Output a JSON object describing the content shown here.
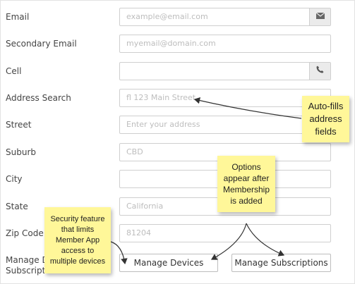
{
  "form": {
    "email": {
      "label": "Email",
      "placeholder": "example@email.com",
      "icon": "envelope-icon"
    },
    "secondary_email": {
      "label": "Secondary Email",
      "placeholder": "myemail@domain.com"
    },
    "cell": {
      "label": "Cell",
      "placeholder": "",
      "icon": "phone-icon"
    },
    "address_search": {
      "label": "Address Search",
      "placeholder": "fl 123 Main Street"
    },
    "street": {
      "label": "Street",
      "placeholder": "Enter your address"
    },
    "suburb": {
      "label": "Suburb",
      "placeholder": "CBD"
    },
    "city": {
      "label": "City",
      "placeholder": ""
    },
    "state": {
      "label": "State",
      "placeholder": "California"
    },
    "zip_code": {
      "label": "Zip Code",
      "placeholder": "81204"
    },
    "manage_label_line1": "Manage De",
    "manage_label_line2": "Subscriptio",
    "manage_devices_button": "Manage Devices",
    "manage_subscriptions_button": "Manage Subscriptions"
  },
  "callouts": {
    "autofill": "Auto-fills address fields",
    "options": "Options appear after Membership is added",
    "security": "Security feature that limits Member App access to multiple devices"
  },
  "colors": {
    "note_bg": "#fff799",
    "addon_bg": "#ebebeb",
    "border": "#cfcfcf"
  }
}
